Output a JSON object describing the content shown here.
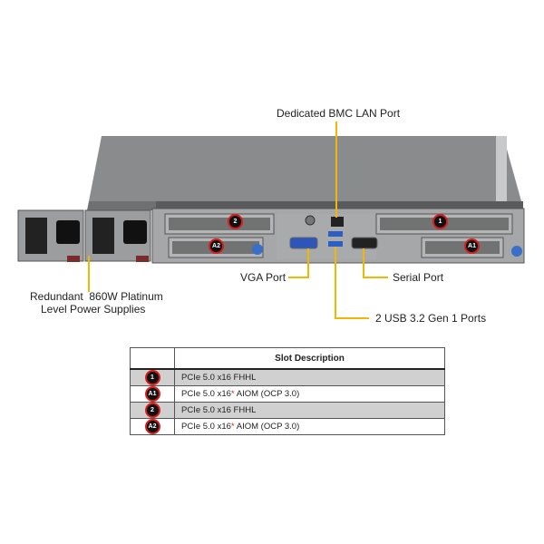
{
  "labels": {
    "bmc_lan": "Dedicated BMC LAN Port",
    "vga": "VGA Port",
    "serial": "Serial Port",
    "usb": "2 USB 3.2 Gen 1 Ports",
    "psu_line1": "Redundant  860W Platinum",
    "psu_line2": "Level Power Supplies"
  },
  "callouts": {
    "slot1": "1",
    "slot2": "2",
    "slotA1": "A1",
    "slotA2": "A2"
  },
  "table": {
    "header_empty": "",
    "header": "Slot Description",
    "rows": [
      {
        "badge": "1",
        "prefix": "PCIe 5.0 x16 FHHL",
        "star": "",
        "suffix": ""
      },
      {
        "badge": "A1",
        "prefix": "PCIe 5.0 x16",
        "star": "*",
        "suffix": " AIOM (OCP 3.0)"
      },
      {
        "badge": "2",
        "prefix": "PCIe 5.0 x16 FHHL",
        "star": "",
        "suffix": ""
      },
      {
        "badge": "A2",
        "prefix": "PCIe 5.0 x16",
        "star": "*",
        "suffix": " AIOM (OCP 3.0)"
      }
    ]
  },
  "colors": {
    "leader": "#f2b705",
    "badge_ring": "#d81c1c",
    "chassis": "#7d7e80"
  }
}
